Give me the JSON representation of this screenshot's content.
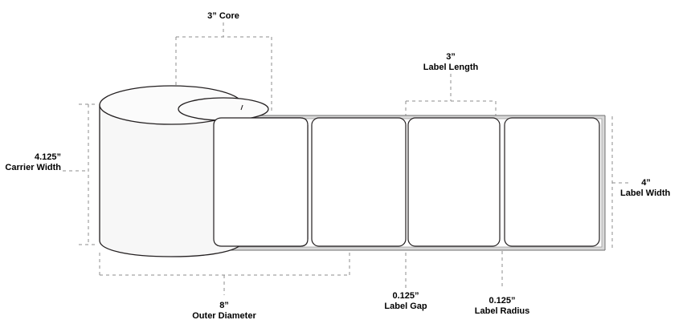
{
  "diagram": {
    "title": "Label Roll Dimensions Diagram",
    "colors": {
      "stroke": "#231f20",
      "dashed": "#8c8c8c",
      "roll_face_fill": "#f7f7f7",
      "roll_top_fill": "#fbfbfb",
      "carrier_fill": "#d9d9d9",
      "label_fill": "#ffffff",
      "text": "#000000"
    },
    "annotations": [
      {
        "id": "core",
        "value": "3”",
        "name": "Core",
        "data_name": "annotation-core"
      },
      {
        "id": "carrier_width",
        "value": "4.125”",
        "name": "Carrier Width",
        "data_name": "annotation-carrier-width"
      },
      {
        "id": "outer_diameter",
        "value": "8”",
        "name": "Outer Diameter",
        "data_name": "annotation-outer-diameter"
      },
      {
        "id": "label_length",
        "value": "3”",
        "name": "Label Length",
        "data_name": "annotation-label-length"
      },
      {
        "id": "label_width",
        "value": "4”",
        "name": "Label Width",
        "data_name": "annotation-label-width"
      },
      {
        "id": "label_gap",
        "value": "0.125”",
        "name": "Label Gap",
        "data_name": "annotation-label-gap"
      },
      {
        "id": "label_radius",
        "value": "0.125”",
        "name": "Label Radius",
        "data_name": "annotation-label-radius"
      }
    ]
  }
}
